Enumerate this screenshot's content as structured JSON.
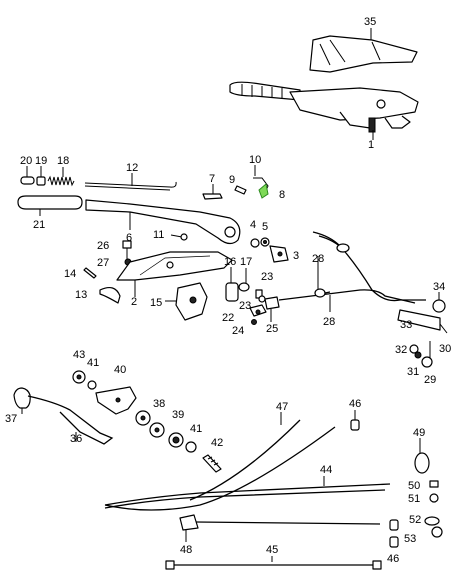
{
  "colors": {
    "background": "#ffffff",
    "ink": "#000000",
    "highlight": "#7ed957"
  },
  "parts": [
    {
      "id": "p35",
      "label": "35"
    },
    {
      "id": "p1",
      "label": "1"
    },
    {
      "id": "p20",
      "label": "20"
    },
    {
      "id": "p19",
      "label": "19"
    },
    {
      "id": "p18",
      "label": "18"
    },
    {
      "id": "p12",
      "label": "12"
    },
    {
      "id": "p21",
      "label": "21"
    },
    {
      "id": "p10",
      "label": "10"
    },
    {
      "id": "p7",
      "label": "7"
    },
    {
      "id": "p9",
      "label": "9"
    },
    {
      "id": "p8",
      "label": "8"
    },
    {
      "id": "p6",
      "label": "6"
    },
    {
      "id": "p26",
      "label": "26"
    },
    {
      "id": "p11",
      "label": "11"
    },
    {
      "id": "p4",
      "label": "4"
    },
    {
      "id": "p5",
      "label": "5"
    },
    {
      "id": "p3",
      "label": "3"
    },
    {
      "id": "p27",
      "label": "27"
    },
    {
      "id": "p14",
      "label": "14"
    },
    {
      "id": "p16",
      "label": "16"
    },
    {
      "id": "p17",
      "label": "17"
    },
    {
      "id": "p23a",
      "label": "23"
    },
    {
      "id": "p28a",
      "label": "28"
    },
    {
      "id": "p34",
      "label": "34"
    },
    {
      "id": "p13",
      "label": "13"
    },
    {
      "id": "p2",
      "label": "2"
    },
    {
      "id": "p15",
      "label": "15"
    },
    {
      "id": "p23b",
      "label": "23"
    },
    {
      "id": "p22",
      "label": "22"
    },
    {
      "id": "p24",
      "label": "24"
    },
    {
      "id": "p25",
      "label": "25"
    },
    {
      "id": "p28b",
      "label": "28"
    },
    {
      "id": "p33",
      "label": "33"
    },
    {
      "id": "p32",
      "label": "32"
    },
    {
      "id": "p30",
      "label": "30"
    },
    {
      "id": "p31",
      "label": "31"
    },
    {
      "id": "p29",
      "label": "29"
    },
    {
      "id": "p43",
      "label": "43"
    },
    {
      "id": "p41a",
      "label": "41"
    },
    {
      "id": "p40",
      "label": "40"
    },
    {
      "id": "p37",
      "label": "37"
    },
    {
      "id": "p38",
      "label": "38"
    },
    {
      "id": "p39",
      "label": "39"
    },
    {
      "id": "p36",
      "label": "36"
    },
    {
      "id": "p41b",
      "label": "41"
    },
    {
      "id": "p42",
      "label": "42"
    },
    {
      "id": "p47",
      "label": "47"
    },
    {
      "id": "p46a",
      "label": "46"
    },
    {
      "id": "p49",
      "label": "49"
    },
    {
      "id": "p44",
      "label": "44"
    },
    {
      "id": "p50",
      "label": "50"
    },
    {
      "id": "p51",
      "label": "51"
    },
    {
      "id": "p52",
      "label": "52"
    },
    {
      "id": "p53",
      "label": "53"
    },
    {
      "id": "p48",
      "label": "48"
    },
    {
      "id": "p45",
      "label": "45"
    },
    {
      "id": "p46b",
      "label": "46"
    }
  ]
}
